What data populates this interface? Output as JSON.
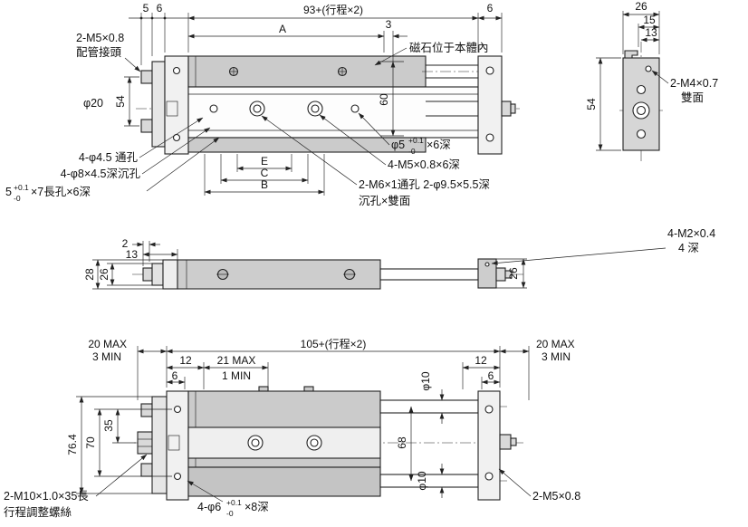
{
  "front": {
    "dim_5": "5",
    "dim_6_left": "6",
    "dim_stroke": "93+(行程×2)",
    "dim_6_right": "6",
    "dim_A": "A",
    "dim_3": "3",
    "magnet_note": "磁石位于本體內",
    "pipe_label_line1": "2-M5×0.8",
    "pipe_label_line2": "配管接頭",
    "dim_phi20": "φ20",
    "dim_54": "54",
    "dim_60": "60",
    "dim_E": "E",
    "dim_C": "C",
    "dim_B": "B",
    "hole_through": "4-φ4.5 通孔",
    "hole_counterbore": "4-φ8×4.5深沉孔",
    "slot_prefix": "5",
    "slot_tol_up": "+0.1",
    "slot_tol_dn": "-0",
    "slot_suffix": "×7長孔×6深",
    "pin_prefix": "φ5",
    "pin_tol_up": "+0.1",
    "pin_tol_dn": "-0",
    "pin_suffix": "×6深",
    "tap_m5": "4-M5×0.8×6深",
    "mount_line1": "2-M6×1通孔 2-φ9.5×5.5深",
    "mount_line2": "沉孔×雙面"
  },
  "side": {
    "dim_26": "26",
    "dim_15": "15",
    "dim_13": "13",
    "dim_54": "54",
    "tap_line1": "2-M4×0.7",
    "tap_line2": "雙面"
  },
  "profile": {
    "dim_2": "2",
    "dim_13": "13",
    "dim_28": "28",
    "dim_26_left": "26",
    "dim_26_right": "26",
    "tap_line1": "4-M2×0.4",
    "tap_line2": "4 深"
  },
  "bottom": {
    "gap_left_max": "20 MAX",
    "gap_left_min": "3 MIN",
    "dim_stroke": "105+(行程×2)",
    "gap_right_max": "20 MAX",
    "gap_right_min": "3 MIN",
    "dim_12_left": "12",
    "dim_21_max": "21 MAX",
    "dim_1_min": "1 MIN",
    "dim_6_left": "6",
    "dim_12_right": "12",
    "dim_6_right": "6",
    "dim_phi10_top": "φ10",
    "dim_phi10_bottom": "φ10",
    "dim_76_4": "76.4",
    "dim_70": "70",
    "dim_35": "35",
    "dim_68": "68",
    "adj_line1": "2-M10×1.0×35長",
    "adj_line2": "行程調整螺絲",
    "pin_prefix": "4-φ6",
    "pin_tol_up": "+0.1",
    "pin_tol_dn": "-0",
    "pin_suffix": "×8深",
    "tap_m5": "2-M5×0.8"
  },
  "colors": {
    "line": "#222222",
    "body_gray": "#cbcbcb",
    "light_gray": "#e6e6e6",
    "plate": "#f1f1f1",
    "background": "#ffffff"
  }
}
